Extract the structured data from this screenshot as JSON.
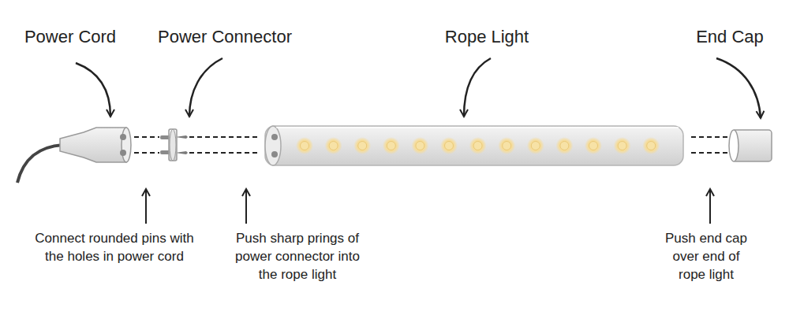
{
  "diagram": {
    "labels": [
      "Power Cord",
      "Power Connector",
      "Rope Light",
      "End Cap",
      "Connect rounded pins with the holes in power cord",
      "Push sharp prings of power connector into the rope light",
      "Push end cap over end of rope light"
    ]
  }
}
